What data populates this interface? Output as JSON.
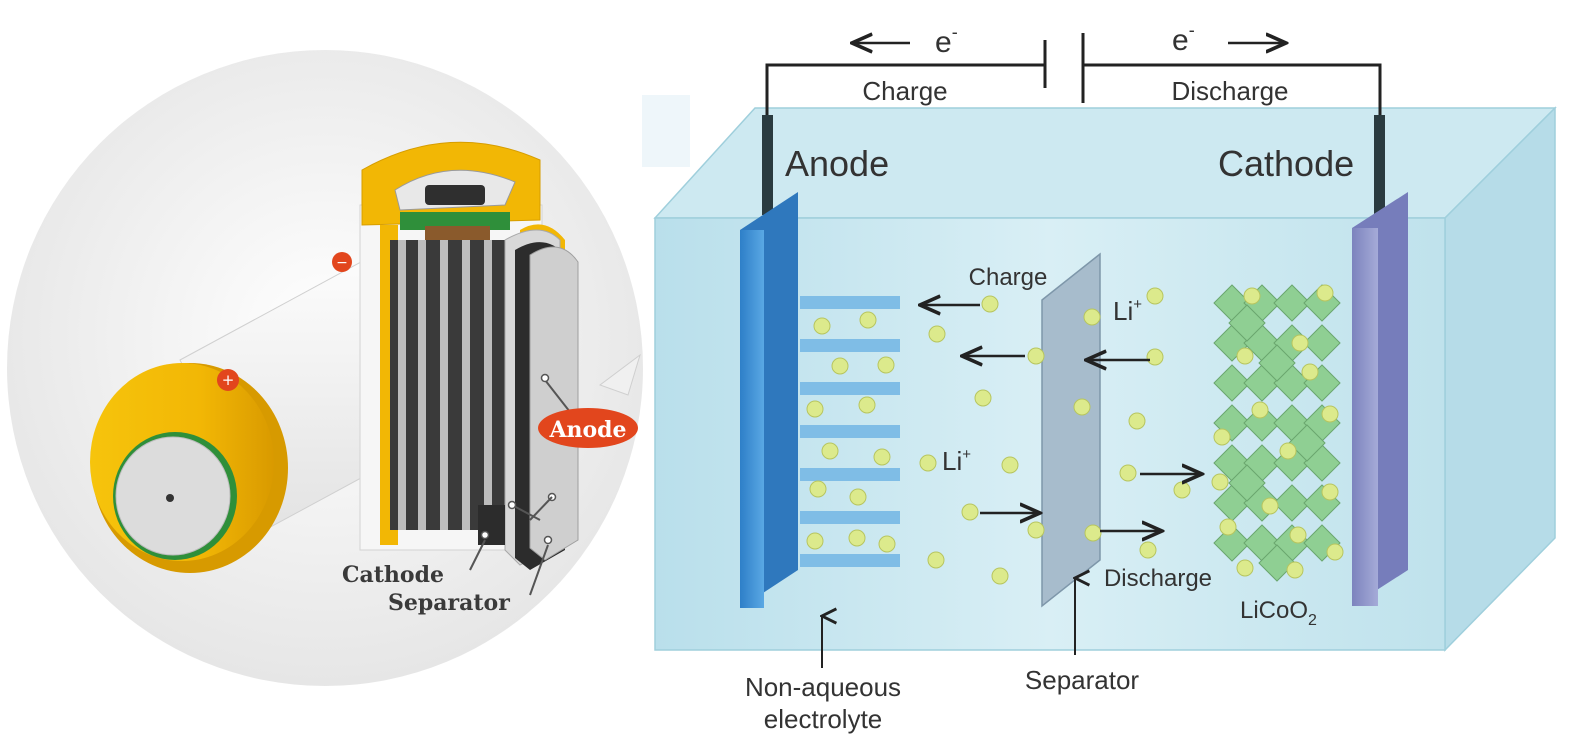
{
  "left_panel": {
    "labels": {
      "anode": "Anode",
      "cathode": "Cathode",
      "separator": "Separator"
    },
    "terminal_marks": {
      "positive": "+",
      "negative": "−"
    },
    "colors": {
      "casing": "#f2b705",
      "anode_badge": "#e2461d",
      "backdrop": "#eeeeee"
    }
  },
  "right_panel": {
    "electron": {
      "left": "e",
      "right": "e",
      "superscript": "-"
    },
    "circuit": {
      "charge": "Charge",
      "discharge": "Discharge"
    },
    "electrodes": {
      "anode": "Anode",
      "cathode": "Cathode"
    },
    "ion_flow": {
      "charge": "Charge",
      "discharge": "Discharge",
      "ion_left": "Li",
      "ion_right": "Li",
      "ion_sup": "+"
    },
    "cathode_material": {
      "base": "LiCoO",
      "sub": "2"
    },
    "callouts": {
      "electrolyte_line1": "Non-aqueous",
      "electrolyte_line2": "electrolyte",
      "separator": "Separator"
    },
    "colors": {
      "tank": "#bfe3ee",
      "anode_plate": "#3b8fd6",
      "cathode_plate": "#8c92c9",
      "ion": "#dcea8c",
      "crystal": "#8fcf93"
    }
  }
}
